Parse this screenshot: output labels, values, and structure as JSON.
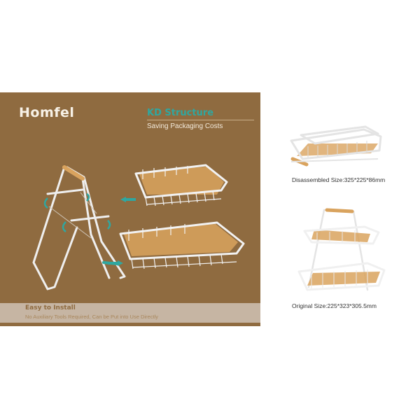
{
  "brand": {
    "logo_text": "Homfel"
  },
  "panel": {
    "title": "KD Structure",
    "subtitle": "Saving Packaging Costs",
    "caption_title": "Easy to Install",
    "caption_subtitle": "No Auxiliary Tools Required, Can be Put into Use Directly"
  },
  "specs": {
    "disassembled": "Disassembled Size:325*225*86mm",
    "original": "Original Size:225*323*305.5mm"
  },
  "colors": {
    "panel_bg": "#8F6B40",
    "accent": "#2FA7A0",
    "caption_band": "#C6B5A3",
    "wood": "#D9A35E",
    "frame": "#EDEDED"
  }
}
